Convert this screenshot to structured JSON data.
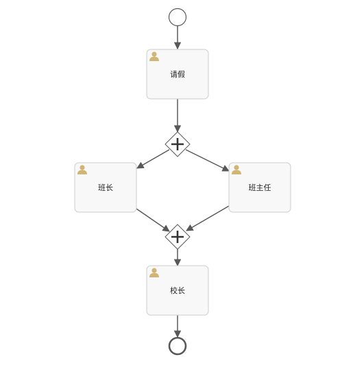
{
  "diagram": {
    "start_event": {
      "icon": "start-event-circle"
    },
    "end_event": {
      "icon": "end-event-circle"
    },
    "tasks": [
      {
        "id": "task-qingjia",
        "label": "请假",
        "icon": "user-icon"
      },
      {
        "id": "task-banzhang",
        "label": "班长",
        "icon": "user-icon"
      },
      {
        "id": "task-banzhuren",
        "label": "班主任",
        "icon": "user-icon"
      },
      {
        "id": "task-xiaozhang",
        "label": "校长",
        "icon": "user-icon"
      }
    ],
    "gateways": [
      {
        "id": "gateway-fork",
        "type": "parallel",
        "icon": "plus-icon"
      },
      {
        "id": "gateway-join",
        "type": "parallel",
        "icon": "plus-icon"
      }
    ],
    "colors": {
      "task_fill": "#f8f8f8",
      "task_stroke": "#cccccc",
      "flow_stroke": "#585858",
      "user_icon": "#d1b574",
      "event_stroke": "#585858"
    }
  }
}
